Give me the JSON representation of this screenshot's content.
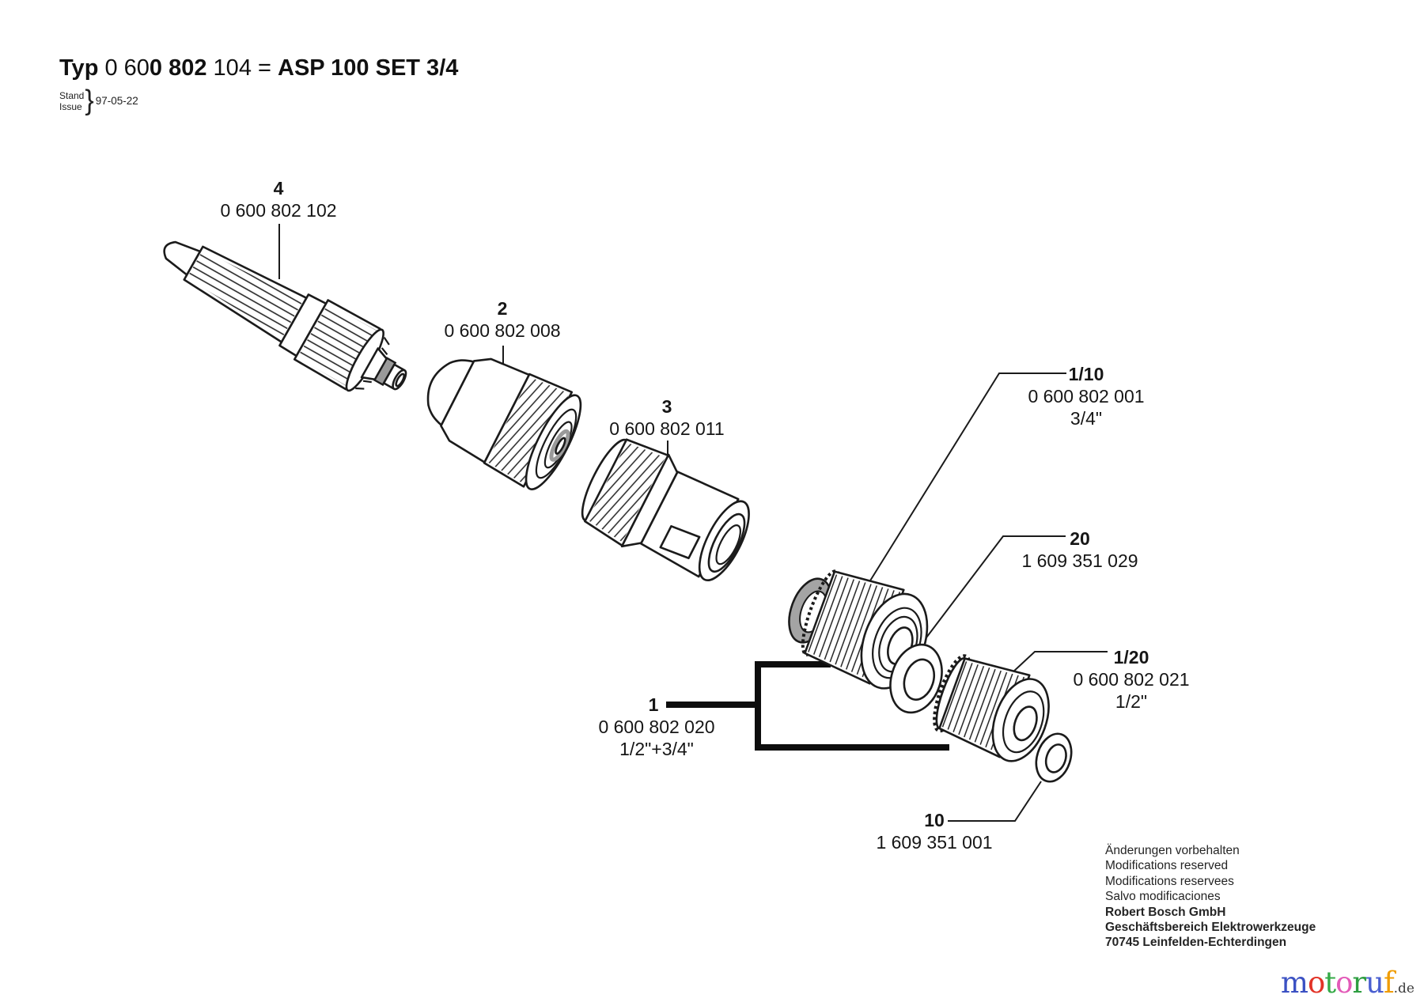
{
  "header": {
    "type_label": "Typ ",
    "type_number_part1": "0 60",
    "type_number_part2": "0 802",
    "type_number_part3": " 104 = ",
    "model_name": "ASP 100 SET 3/4",
    "stand_label": "Stand",
    "issue_label": "Issue",
    "brace": "}",
    "issue_date": "97-05-22"
  },
  "parts": [
    {
      "ref": "4",
      "number": "0 600 802 102"
    },
    {
      "ref": "2",
      "number": "0 600 802 008"
    },
    {
      "ref": "3",
      "number": "0 600 802 011"
    },
    {
      "ref": "1/10",
      "number": "0 600 802 001",
      "size": "3/4\""
    },
    {
      "ref": "20",
      "number": "1 609 351 029"
    },
    {
      "ref": "1/20",
      "number": "0 600 802 021",
      "size": "1/2\""
    },
    {
      "ref": "1",
      "number": "0 600 802 020",
      "size": "1/2\"+3/4\""
    },
    {
      "ref": "10",
      "number": "1 609 351 001"
    }
  ],
  "footer": {
    "notes": [
      "Änderungen vorbehalten",
      "Modifications reserved",
      "Modifications reservees",
      "Salvo modificaciones"
    ],
    "company": [
      "Robert Bosch GmbH",
      "Geschäftsbereich Elektrowerkzeuge",
      "70745 Leinfelden-Echterdingen"
    ]
  },
  "watermark": {
    "letters": [
      {
        "char": "m",
        "color": "#3b51c3"
      },
      {
        "char": "o",
        "color": "#e23327"
      },
      {
        "char": "t",
        "color": "#35aa47"
      },
      {
        "char": "o",
        "color": "#e35ab8"
      },
      {
        "char": "r",
        "color": "#2e9e41"
      },
      {
        "char": "u",
        "color": "#4a5fd0"
      },
      {
        "char": "f",
        "color": "#f09c00"
      }
    ],
    "suffix": ".de"
  }
}
